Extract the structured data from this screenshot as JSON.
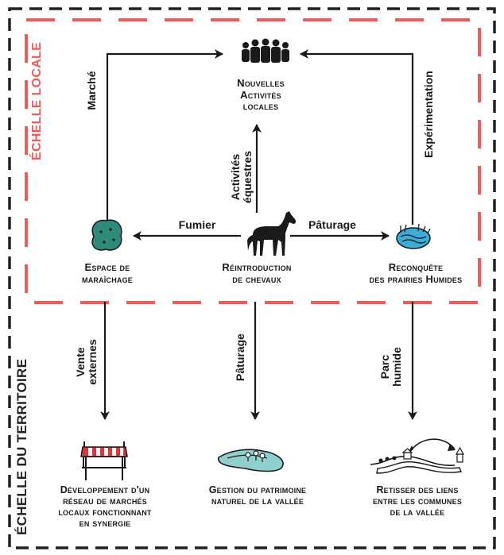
{
  "scales": {
    "local": "ÉCHELLE LOCALE",
    "territoire": "ÉCHELLE DU TERRITOIRE"
  },
  "nodes": {
    "activites": "Nouvelles\nActivités\nlocales",
    "maraichage": "Espace de\nmaraîchage",
    "chevaux": "Réintroduction\nde chevaux",
    "prairies": "Reconquête\ndes prairies Humides",
    "marches": "Développement d'un\nréseau de marchés\nlocaux fonctionnant\nen synergie",
    "patrimoine": "Gestion du patrimoine\nnaturel de la vallée",
    "liens": "Retisser des liens\nentre les communes\nde la vallée"
  },
  "edges": {
    "marche": "Marché",
    "experimentation": "Expérimentation",
    "equestres": "Activités\néquestres",
    "fumier": "Fumier",
    "paturage_h": "Pâturage",
    "vente": "Vente\nexternes",
    "paturage_v": "Pâturage",
    "parc": "Parc\nhumide"
  },
  "colors": {
    "local_frame": "#f05a5a",
    "territory_frame": "#222222",
    "ink": "#1a1a1a",
    "shrub": "#2e8b7a",
    "water": "#3aaed8",
    "awning_red": "#d63a3a",
    "land": "#8fd0cf"
  },
  "icons": {
    "activites": "people-group-icon",
    "maraichage": "shrub-icon",
    "chevaux": "horse-icon",
    "prairies": "wetland-icon",
    "marches": "market-stall-icon",
    "patrimoine": "landscape-map-icon",
    "liens": "connected-villages-icon"
  }
}
